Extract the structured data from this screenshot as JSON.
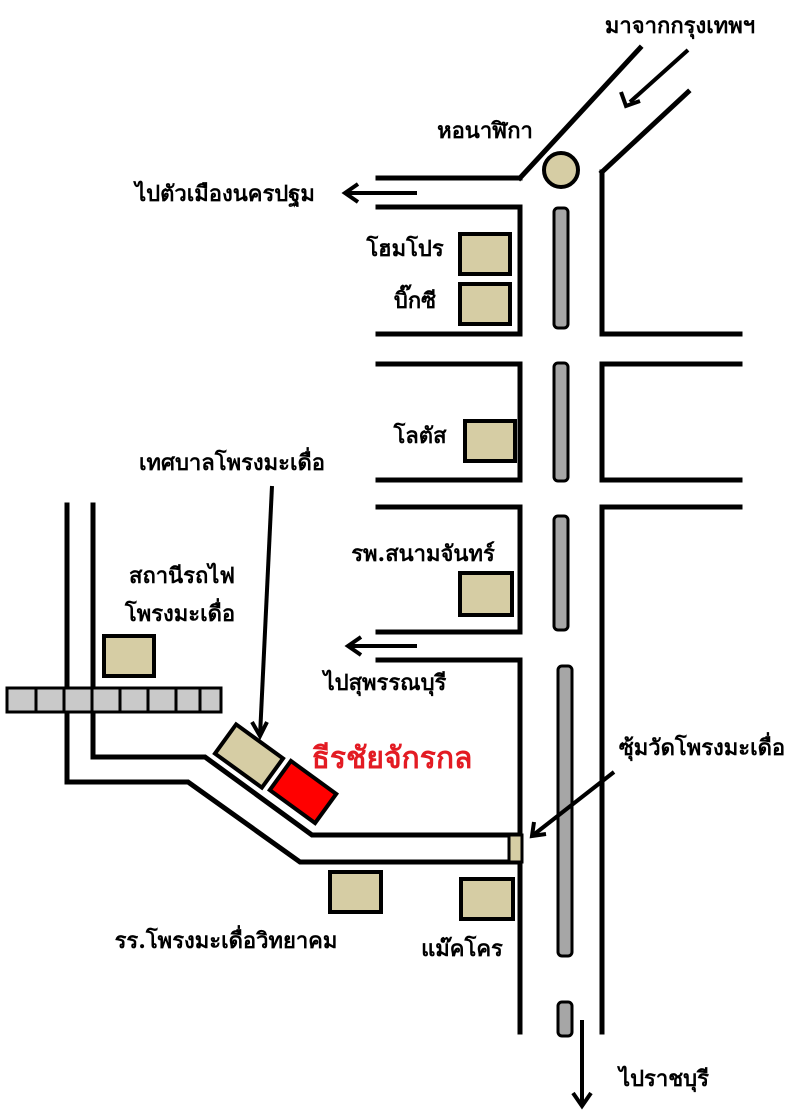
{
  "colors": {
    "background": "#ffffff",
    "road_line": "#000000",
    "building_fill": "#d6cda4",
    "median_fill": "#a6a6a6",
    "target_fill": "#ff0000",
    "target_text": "#e31b23",
    "railway_fill": "#c9c9c9"
  },
  "labels": {
    "from_bangkok": "มาจากกรุงเทพฯ",
    "clock_tower": "หอนาฬิกา",
    "to_nakhon_pathom": "ไปตัวเมืองนครปฐม",
    "homepro": "โฮมโปร",
    "big_c": "บิ๊กซี",
    "lotus": "โลตัส",
    "municipality": "เทศบาลโพรงมะเดื่อ",
    "hospital": "รพ.สนามจันทร์",
    "station_line1": "สถานีรถไฟ",
    "station_line2": "โพรงมะเดื่อ",
    "to_suphanburi": "ไปสุพรรณบุรี",
    "target": "ธีรชัยจักรกล",
    "arch": "ซุ้มวัดโพรงมะเดื่อ",
    "school": "รร.โพรงมะเดื่อวิทยาคม",
    "makro": "แม๊คโคร",
    "to_ratchaburi": "ไปราชบุรี"
  },
  "icons": {
    "clock_tower": "roundabout-circle-icon",
    "arrows": "direction-arrow-icon",
    "railway": "railway-track-icon"
  }
}
